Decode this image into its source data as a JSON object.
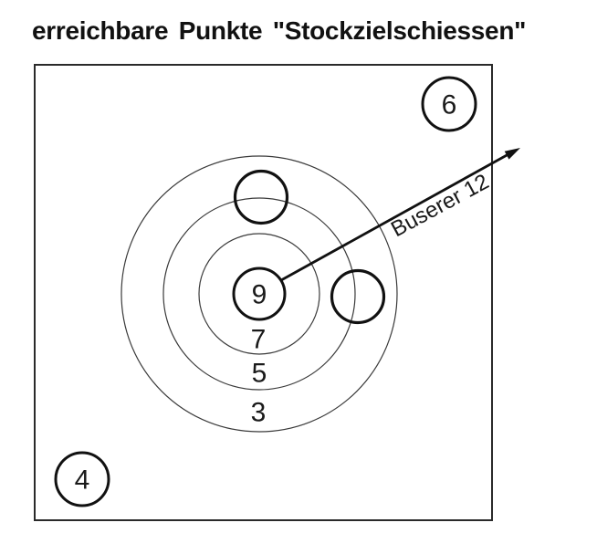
{
  "title": "erreichbare Punkte \"Stockzielschiessen\"",
  "colors": {
    "ink": "#1a1a1a",
    "thin_ring": "#3a3a3a",
    "frame": "#2a2a2a",
    "background": "#ffffff"
  },
  "target": {
    "center_label": "9",
    "ring_labels": [
      "7",
      "5",
      "3"
    ]
  },
  "loose_circles": {
    "top_right_label": "6",
    "bottom_left_label": "4"
  },
  "arrow": {
    "label": "Buserer 12"
  }
}
